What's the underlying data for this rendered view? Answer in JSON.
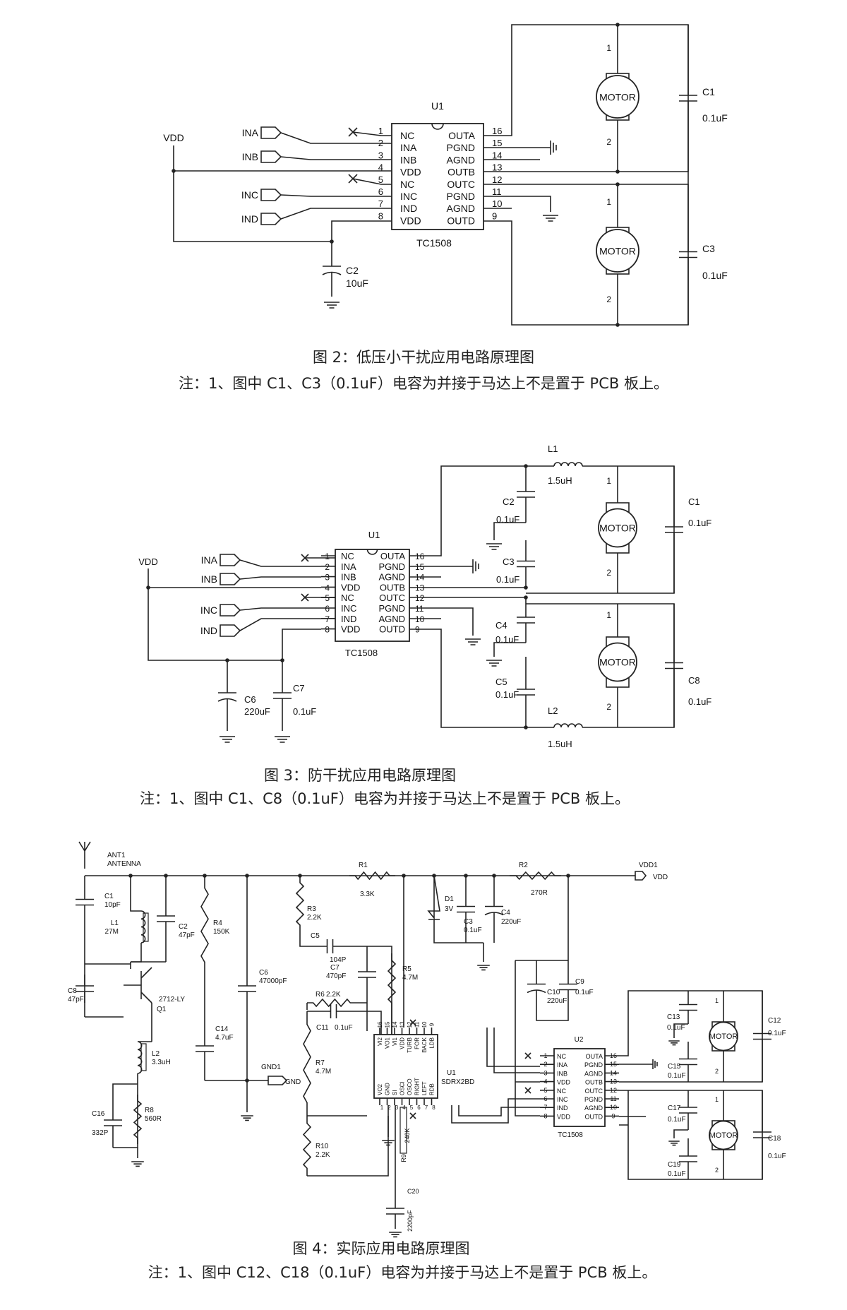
{
  "figure2": {
    "chip_ref": "U1",
    "chip_name": "TC1508",
    "left_pins": [
      {
        "num": "1",
        "name": "NC"
      },
      {
        "num": "2",
        "name": "INA"
      },
      {
        "num": "3",
        "name": "INB"
      },
      {
        "num": "4",
        "name": "VDD"
      },
      {
        "num": "5",
        "name": "NC"
      },
      {
        "num": "6",
        "name": "INC"
      },
      {
        "num": "7",
        "name": "IND"
      },
      {
        "num": "8",
        "name": "VDD"
      }
    ],
    "right_pins": [
      {
        "num": "16",
        "name": "OUTA"
      },
      {
        "num": "15",
        "name": "PGND"
      },
      {
        "num": "14",
        "name": "AGND"
      },
      {
        "num": "13",
        "name": "OUTB"
      },
      {
        "num": "12",
        "name": "OUTC"
      },
      {
        "num": "11",
        "name": "PGND"
      },
      {
        "num": "10",
        "name": "AGND"
      },
      {
        "num": "9",
        "name": "OUTD"
      }
    ],
    "inputs": [
      "INA",
      "INB",
      "INC",
      "IND"
    ],
    "vdd_label": "VDD",
    "motor_label": "MOTOR",
    "c1": {
      "ref": "C1",
      "value": "0.1uF"
    },
    "c3": {
      "ref": "C3",
      "value": "0.1uF"
    },
    "c2": {
      "ref": "C2",
      "value": "10uF"
    },
    "caption": "图 2：低压小干扰应用电路原理图",
    "note": "注：1、图中 C1、C3（0.1uF）电容为并接于马达上不是置于 PCB 板上。"
  },
  "figure3": {
    "chip_ref": "U1",
    "chip_name": "TC1508",
    "inputs": [
      "INA",
      "INB",
      "INC",
      "IND"
    ],
    "vdd_label": "VDD",
    "motor_label": "MOTOR",
    "l1": {
      "ref": "L1",
      "value": "1.5uH"
    },
    "l2": {
      "ref": "L2",
      "value": "1.5uH"
    },
    "caps": [
      {
        "ref": "C2",
        "value": "0.1uF"
      },
      {
        "ref": "C3",
        "value": "0.1uF"
      },
      {
        "ref": "C1",
        "value": "0.1uF"
      },
      {
        "ref": "C4",
        "value": "0.1uF"
      },
      {
        "ref": "C5",
        "value": "0.1uF"
      },
      {
        "ref": "C8",
        "value": "0.1uF"
      },
      {
        "ref": "C6",
        "value": "220uF"
      },
      {
        "ref": "C7",
        "value": "0.1uF"
      }
    ],
    "caption": "图 3：防干扰应用电路原理图",
    "note": "注：1、图中 C1、C8（0.1uF）电容为并接于马达上不是置于 PCB 板上。"
  },
  "figure4": {
    "ant": [
      "ANT1",
      "ANTENNA"
    ],
    "parts": [
      {
        "ref": "C1",
        "value": "10pF"
      },
      {
        "ref": "L1",
        "value": "27M"
      },
      {
        "ref": "C2",
        "value": "47pF"
      },
      {
        "ref": "R4",
        "value": "150K"
      },
      {
        "ref": "C8",
        "value": "47pF"
      },
      {
        "ref": "Q1",
        "value": "2712-LY"
      },
      {
        "ref": "C14",
        "value": "4.7uF"
      },
      {
        "ref": "L2",
        "value": "3.3uH"
      },
      {
        "ref": "C16",
        "value": "332P"
      },
      {
        "ref": "R8",
        "value": "560R"
      },
      {
        "ref": "C6",
        "value": "47000pF"
      },
      {
        "ref": "R1",
        "value": "3.3K"
      },
      {
        "ref": "R2",
        "value": "270R"
      },
      {
        "ref": "R3",
        "value": "2.2K"
      },
      {
        "ref": "C5",
        "value": "104P"
      },
      {
        "ref": "C7",
        "value": "470pF"
      },
      {
        "ref": "R5",
        "value": "4.7M"
      },
      {
        "ref": "R6",
        "value": "2.2K"
      },
      {
        "ref": "C11",
        "value": "0.1uF"
      },
      {
        "ref": "R7",
        "value": "4.7M"
      },
      {
        "ref": "R10",
        "value": "2.2K"
      },
      {
        "ref": "R9",
        "value": "240K"
      },
      {
        "ref": "C20",
        "value": "2200pF"
      },
      {
        "ref": "D1",
        "value": "3V"
      },
      {
        "ref": "C3",
        "value": "0.1uF"
      },
      {
        "ref": "C4",
        "value": "220uF"
      },
      {
        "ref": "C10",
        "value": "220uF"
      },
      {
        "ref": "C9",
        "value": "0.1uF"
      },
      {
        "ref": "C13",
        "value": "0.1uF"
      },
      {
        "ref": "C15",
        "value": "0.1uF"
      },
      {
        "ref": "C12",
        "value": "0.1uF"
      },
      {
        "ref": "C17",
        "value": "0.1uF"
      },
      {
        "ref": "C19",
        "value": "0.1uF"
      },
      {
        "ref": "C18",
        "value": "0.1uF"
      }
    ],
    "gnd1": "GND1",
    "gnd": "GND",
    "vdd1": "VDD1",
    "vdd": "VDD",
    "u1": {
      "ref": "U1",
      "name": "SDRX2BD"
    },
    "u1_top": [
      "VI2",
      "VO1",
      "VI1",
      "VDD",
      "TURB",
      "FOR",
      "BACK",
      "LDB"
    ],
    "u1_bot": [
      "VO2",
      "GND",
      "SI",
      "OSCI",
      "OSCO",
      "RIGHT",
      "LEFT",
      "RDB"
    ],
    "u2": {
      "ref": "U2",
      "name": "TC1508"
    },
    "motor_label": "MOTOR",
    "caption": "图 4：实际应用电路原理图",
    "note": "注：1、图中 C12、C18（0.1uF）电容为并接于马达上不是置于 PCB 板上。"
  }
}
